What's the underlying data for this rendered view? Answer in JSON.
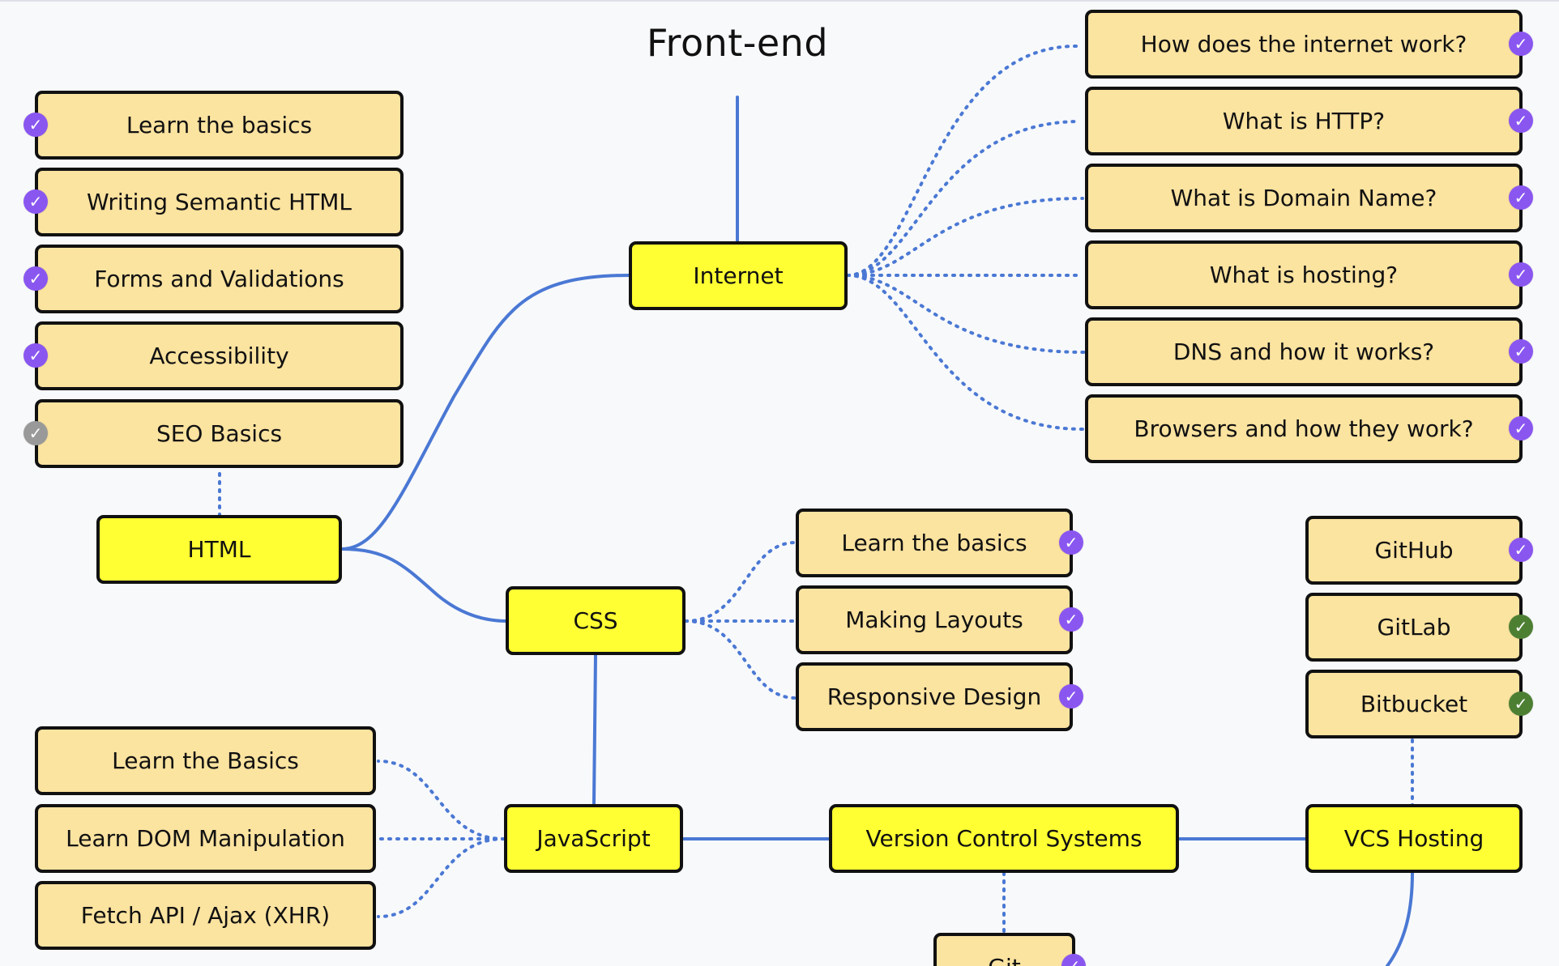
{
  "title": "Front-end",
  "topics": {
    "internet": "Internet",
    "html": "HTML",
    "css": "CSS",
    "javascript": "JavaScript",
    "vcs": "Version Control Systems",
    "vcs_hosting": "VCS Hosting"
  },
  "internet_items": [
    {
      "label": "How does the internet work?",
      "status": "done"
    },
    {
      "label": "What is HTTP?",
      "status": "done"
    },
    {
      "label": "What is Domain Name?",
      "status": "done"
    },
    {
      "label": "What is hosting?",
      "status": "done"
    },
    {
      "label": "DNS and how it works?",
      "status": "done"
    },
    {
      "label": "Browsers and how they work?",
      "status": "done"
    }
  ],
  "html_items": [
    {
      "label": "Learn the basics",
      "status": "done"
    },
    {
      "label": "Writing Semantic HTML",
      "status": "done"
    },
    {
      "label": "Forms and Validations",
      "status": "done"
    },
    {
      "label": "Accessibility",
      "status": "done"
    },
    {
      "label": "SEO Basics",
      "status": "skipped"
    }
  ],
  "css_items": [
    {
      "label": "Learn the basics",
      "status": "done"
    },
    {
      "label": "Making Layouts",
      "status": "done"
    },
    {
      "label": "Responsive Design",
      "status": "done"
    }
  ],
  "javascript_items": [
    {
      "label": "Learn the Basics"
    },
    {
      "label": "Learn DOM Manipulation"
    },
    {
      "label": "Fetch API / Ajax (XHR)"
    }
  ],
  "vcs_hosting_items": [
    {
      "label": "GitHub",
      "status": "done"
    },
    {
      "label": "GitLab",
      "status": "alternative"
    },
    {
      "label": "Bitbucket",
      "status": "alternative"
    }
  ],
  "vcs_items": [
    {
      "label": "Git",
      "status": "done"
    }
  ],
  "colors": {
    "topic_fill": "#ffff33",
    "subtopic_fill": "#fbe3a0",
    "connector": "#4a78d4",
    "check_done": "#8a56f0",
    "check_skipped": "#999999",
    "check_alternative": "#4d7f33"
  },
  "icons": {
    "check": "check-circle-icon"
  }
}
